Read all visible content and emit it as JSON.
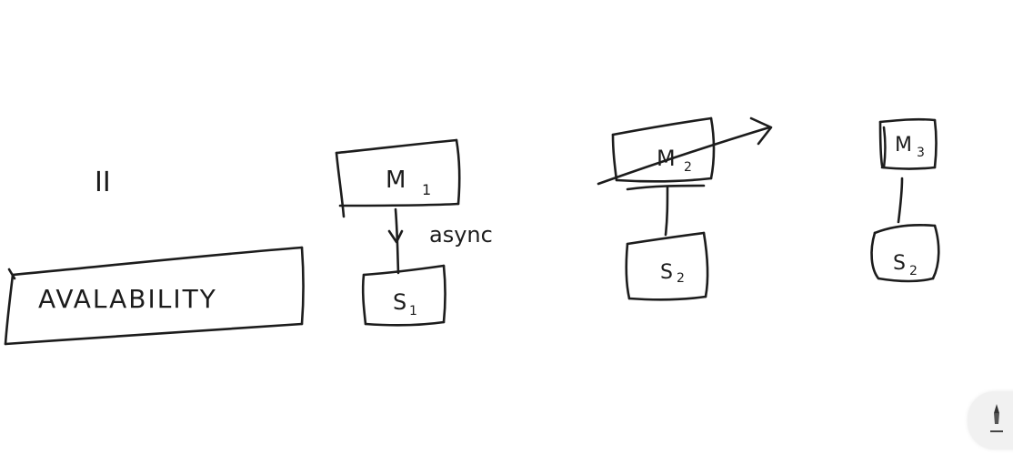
{
  "section_numeral": "II",
  "title_box": {
    "label": "AVALABILITY"
  },
  "nodes": {
    "m1": {
      "label": "M",
      "subscript": "1"
    },
    "s1": {
      "label": "S",
      "subscript": "1"
    },
    "m2": {
      "label": "M",
      "subscript": "2",
      "crossed_out": true
    },
    "s2": {
      "label": "S",
      "subscript": "2"
    },
    "m3": {
      "label": "M",
      "subscript": "3"
    },
    "s3": {
      "label": "S",
      "subscript": "2"
    }
  },
  "edges": {
    "m1_s1": {
      "label": "async"
    }
  },
  "toolbar": {
    "icon": "pen-icon"
  },
  "colors": {
    "ink": "#1c1c1c",
    "background": "#ffffff",
    "tool_bg": "#f1f1f1"
  }
}
